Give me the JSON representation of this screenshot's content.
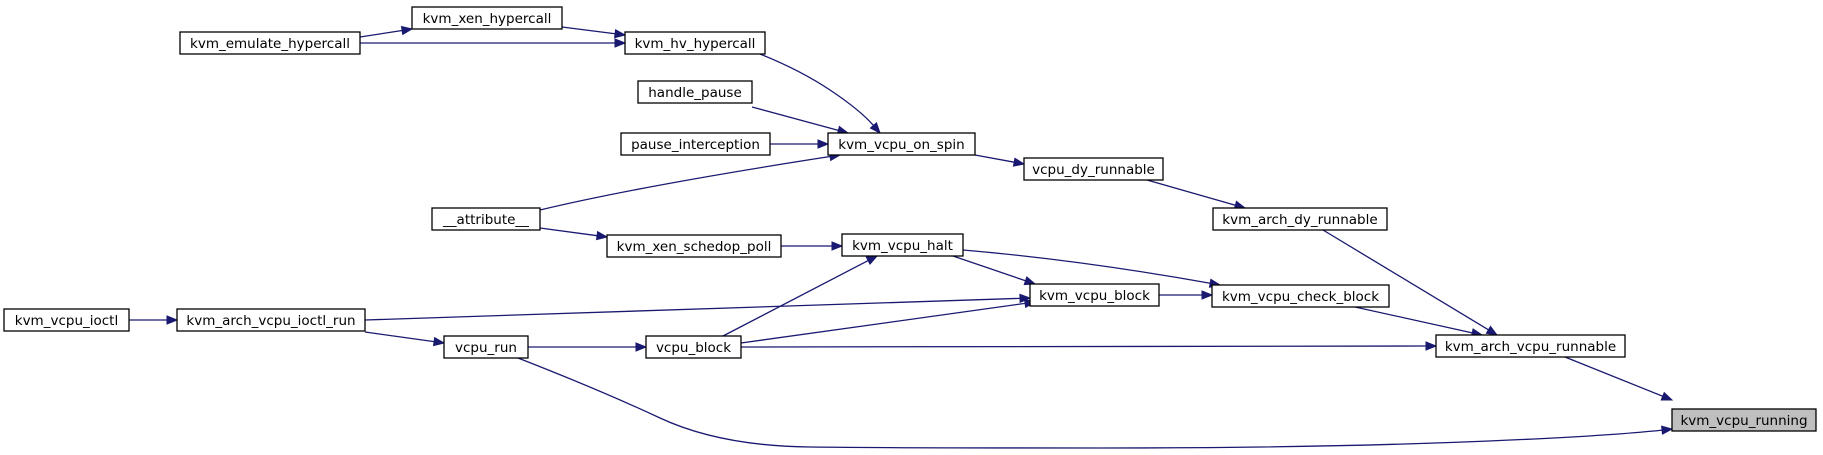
{
  "graph": {
    "root": "kvm_vcpu_running",
    "nodes": {
      "kvm_vcpu_running": "kvm_vcpu_running",
      "kvm_arch_vcpu_runnable": "kvm_arch_vcpu_runnable",
      "kvm_arch_dy_runnable": "kvm_arch_dy_runnable",
      "kvm_vcpu_check_block": "kvm_vcpu_check_block",
      "vcpu_block": "vcpu_block",
      "vcpu_dy_runnable": "vcpu_dy_runnable",
      "kvm_vcpu_on_spin": "kvm_vcpu_on_spin",
      "kvm_vcpu_block": "kvm_vcpu_block",
      "kvm_vcpu_halt": "kvm_vcpu_halt",
      "vcpu_run": "vcpu_run",
      "kvm_arch_vcpu_ioctl_run": "kvm_arch_vcpu_ioctl_run",
      "kvm_vcpu_ioctl": "kvm_vcpu_ioctl",
      "kvm_hv_hypercall": "kvm_hv_hypercall",
      "handle_pause": "handle_pause",
      "pause_interception": "pause_interception",
      "attribute": "__attribute__",
      "kvm_xen_schedop_poll": "kvm_xen_schedop_poll",
      "kvm_xen_hypercall": "kvm_xen_hypercall",
      "kvm_emulate_hypercall": "kvm_emulate_hypercall"
    },
    "edges": [
      {
        "from": "kvm_arch_vcpu_runnable",
        "to": "kvm_vcpu_running"
      },
      {
        "from": "vcpu_run",
        "to": "kvm_vcpu_running"
      },
      {
        "from": "kvm_arch_dy_runnable",
        "to": "kvm_arch_vcpu_runnable"
      },
      {
        "from": "kvm_vcpu_check_block",
        "to": "kvm_arch_vcpu_runnable"
      },
      {
        "from": "vcpu_block",
        "to": "kvm_arch_vcpu_runnable"
      },
      {
        "from": "vcpu_dy_runnable",
        "to": "kvm_arch_dy_runnable"
      },
      {
        "from": "kvm_vcpu_on_spin",
        "to": "vcpu_dy_runnable"
      },
      {
        "from": "kvm_hv_hypercall",
        "to": "kvm_vcpu_on_spin"
      },
      {
        "from": "handle_pause",
        "to": "kvm_vcpu_on_spin"
      },
      {
        "from": "pause_interception",
        "to": "kvm_vcpu_on_spin"
      },
      {
        "from": "attribute",
        "to": "kvm_vcpu_on_spin"
      },
      {
        "from": "kvm_xen_hypercall",
        "to": "kvm_hv_hypercall"
      },
      {
        "from": "kvm_emulate_hypercall",
        "to": "kvm_hv_hypercall"
      },
      {
        "from": "kvm_emulate_hypercall",
        "to": "kvm_xen_hypercall"
      },
      {
        "from": "kvm_vcpu_block",
        "to": "kvm_vcpu_check_block"
      },
      {
        "from": "kvm_vcpu_halt",
        "to": "kvm_vcpu_check_block"
      },
      {
        "from": "kvm_vcpu_halt",
        "to": "kvm_vcpu_block"
      },
      {
        "from": "kvm_xen_schedop_poll",
        "to": "kvm_vcpu_halt"
      },
      {
        "from": "vcpu_block",
        "to": "kvm_vcpu_halt"
      },
      {
        "from": "attribute",
        "to": "kvm_xen_schedop_poll"
      },
      {
        "from": "kvm_arch_vcpu_ioctl_run",
        "to": "kvm_vcpu_block"
      },
      {
        "from": "vcpu_block",
        "to": "kvm_vcpu_block"
      },
      {
        "from": "vcpu_run",
        "to": "vcpu_block"
      },
      {
        "from": "kvm_arch_vcpu_ioctl_run",
        "to": "vcpu_run"
      },
      {
        "from": "kvm_vcpu_ioctl",
        "to": "kvm_arch_vcpu_ioctl_run"
      }
    ]
  }
}
